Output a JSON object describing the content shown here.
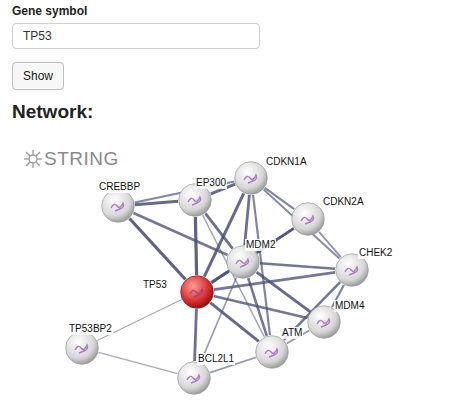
{
  "diagram": {
    "title": "Network:",
    "nodes": [
      {
        "text": [
          "Gene symbol",
          "TP53"
        ]
      },
      {
        "text": [
          "Show"
        ]
      },
      {
        "text": [
          "CDKN1A"
        ]
      },
      {
        "text": [
          "CREBBP"
        ]
      },
      {
        "text": [
          "EP300"
        ]
      },
      {
        "text": [
          "CDKN2A"
        ]
      },
      {
        "text": [
          "MDM2"
        ]
      },
      {
        "text": [
          "CHEK2"
        ]
      },
      {
        "text": [
          "TP53"
        ]
      },
      {
        "text": [
          "MDM4"
        ]
      },
      {
        "text": [
          "TP53BP2"
        ]
      },
      {
        "text": [
          "ATM"
        ]
      },
      {
        "text": [
          "BCL2L1"
        ]
      }
    ],
    "edges": [
      {
        "from": 8,
        "to": 3,
        "arrow": "none"
      },
      {
        "from": 8,
        "to": 4,
        "arrow": "none"
      },
      {
        "from": 8,
        "to": 2,
        "arrow": "none"
      },
      {
        "from": 8,
        "to": 5,
        "arrow": "none"
      },
      {
        "from": 8,
        "to": 6,
        "arrow": "none"
      },
      {
        "from": 8,
        "to": 7,
        "arrow": "none"
      },
      {
        "from": 8,
        "to": 9,
        "arrow": "none"
      },
      {
        "from": 8,
        "to": 10,
        "arrow": "none"
      },
      {
        "from": 8,
        "to": 11,
        "arrow": "none"
      },
      {
        "from": 8,
        "to": 12,
        "arrow": "none"
      },
      {
        "from": 3,
        "to": 4,
        "arrow": "none"
      },
      {
        "from": 3,
        "to": 2,
        "arrow": "none"
      },
      {
        "from": 3,
        "to": 6,
        "arrow": "none"
      },
      {
        "from": 4,
        "to": 2,
        "arrow": "none"
      },
      {
        "from": 4,
        "to": 6,
        "arrow": "none"
      },
      {
        "from": 2,
        "to": 5,
        "arrow": "none"
      },
      {
        "from": 2,
        "to": 6,
        "arrow": "none"
      },
      {
        "from": 2,
        "to": 7,
        "arrow": "none"
      },
      {
        "from": 5,
        "to": 6,
        "arrow": "none"
      },
      {
        "from": 5,
        "to": 7,
        "arrow": "none"
      },
      {
        "from": 6,
        "to": 9,
        "arrow": "none"
      },
      {
        "from": 6,
        "to": 11,
        "arrow": "none"
      },
      {
        "from": 6,
        "to": 7,
        "arrow": "none"
      },
      {
        "from": 6,
        "to": 12,
        "arrow": "none"
      },
      {
        "from": 7,
        "to": 11,
        "arrow": "none"
      },
      {
        "from": 7,
        "to": 9,
        "arrow": "none"
      },
      {
        "from": 11,
        "to": 9,
        "arrow": "none"
      },
      {
        "from": 10,
        "to": 12,
        "arrow": "none"
      },
      {
        "from": 12,
        "to": 11,
        "arrow": "none"
      },
      {
        "from": 11,
        "to": 2,
        "arrow": "none"
      },
      {
        "from": 11,
        "to": 4,
        "arrow": "none"
      }
    ],
    "labels": [
      "STRING"
    ]
  }
}
